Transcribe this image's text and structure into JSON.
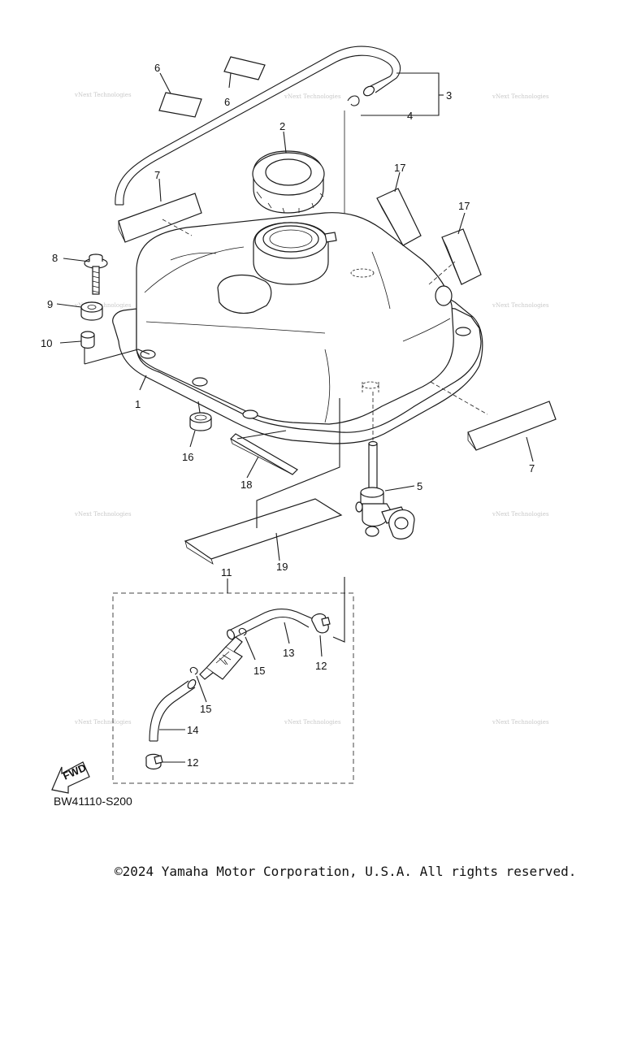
{
  "diagram": {
    "code": "BW41110-S200",
    "copyright": "©2024 Yamaha Motor Corporation, U.S.A. All rights reserved.",
    "fwd_label": "FWD",
    "watermark": "vNext Technologies",
    "callouts": {
      "c1": "1",
      "c2": "2",
      "c3": "3",
      "c4": "4",
      "c5": "5",
      "c6a": "6",
      "c6b": "6",
      "c7a": "7",
      "c7b": "7",
      "c8": "8",
      "c9": "9",
      "c10": "10",
      "c11": "11",
      "c12a": "12",
      "c12b": "12",
      "c13": "13",
      "c14": "14",
      "c15a": "15",
      "c15b": "15",
      "c16": "16",
      "c17a": "17",
      "c17b": "17",
      "c18": "18",
      "c19": "19"
    },
    "colors": {
      "line": "#1a1a1a",
      "watermark": "#c9c9c9",
      "background": "#ffffff"
    }
  }
}
